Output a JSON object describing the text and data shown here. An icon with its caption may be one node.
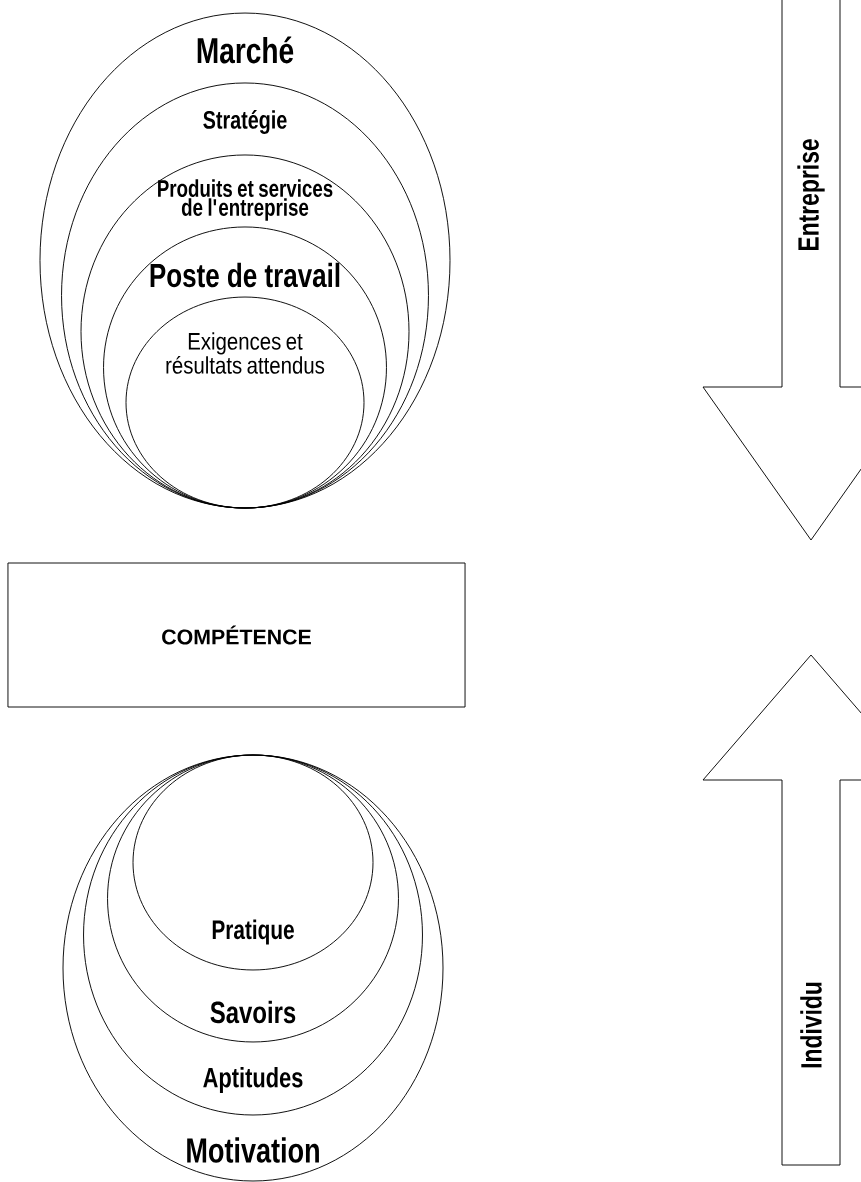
{
  "diagram": {
    "nodes": [
      {
        "text": [
          "Marché"
        ]
      },
      {
        "text": [
          "Stratégie"
        ],
        "in": 0
      },
      {
        "text": [
          "Produits et services de l'entreprise"
        ],
        "in": 1
      },
      {
        "text": [
          "Poste de travail"
        ],
        "in": 2
      },
      {
        "text": [
          "Exigences et résultats attendus"
        ],
        "in": 3
      },
      {
        "text": [
          "COMPÉTENCE"
        ]
      },
      {
        "text": [
          "Motivation"
        ]
      },
      {
        "text": [
          "Aptitudes"
        ],
        "in": 6
      },
      {
        "text": [
          "Savoirs"
        ],
        "in": 7
      },
      {
        "text": [
          "Pratique"
        ],
        "in": 8
      },
      {
        "text": [
          "Entreprise"
        ]
      },
      {
        "text": [
          "Individu"
        ]
      }
    ]
  }
}
